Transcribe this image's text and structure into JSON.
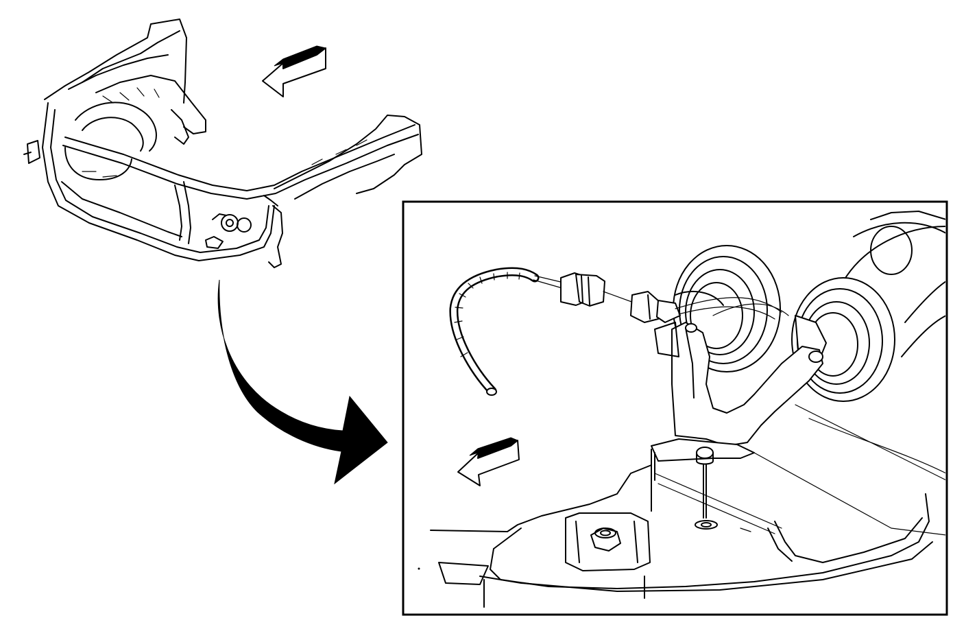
{
  "figure": {
    "kind": "service-manual-illustration",
    "panels": [
      "overview-front-end-frame",
      "detail-horn-assembly"
    ],
    "callouts": [],
    "colors": {
      "line": "#000000",
      "background": "#ffffff"
    }
  }
}
